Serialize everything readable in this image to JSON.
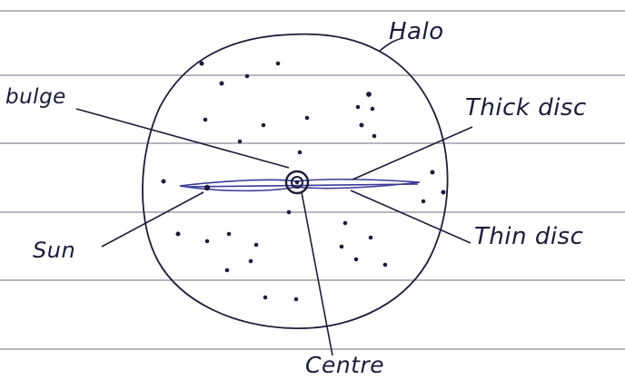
{
  "labels": {
    "halo": "Halo",
    "bulge": "bulge",
    "thick_disc": "Thick disc",
    "sun": "Sun",
    "thin_disc": "Thin disc",
    "centre": "Centre"
  },
  "colors": {
    "paper_line": "#8a8a9a",
    "ink": "#1c1c3a",
    "blue_ink": "#3a3a9a"
  }
}
